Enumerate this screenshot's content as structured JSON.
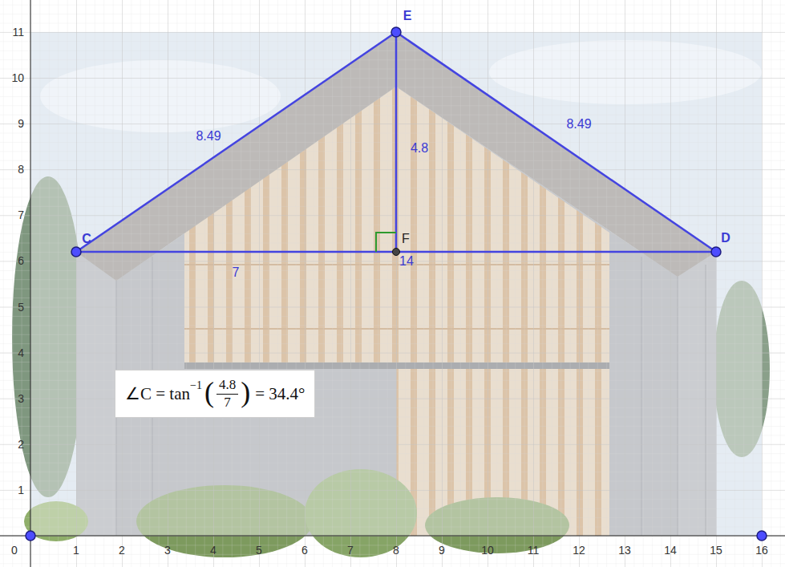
{
  "diagram": {
    "nodes": [
      {
        "text": [
          "∠C = tan",
          "−1",
          "(",
          "4.8",
          "7",
          ")",
          "= 34.4°"
        ]
      }
    ],
    "labels": [
      "C",
      "E",
      "D",
      "F",
      "8.49",
      "8.49",
      "4.8",
      "7",
      "14",
      "0",
      "1",
      "2",
      "3",
      "4",
      "5",
      "6",
      "7",
      "8",
      "9",
      "10",
      "11",
      "12",
      "13",
      "14",
      "15",
      "16",
      "1",
      "2",
      "3",
      "4",
      "5",
      "6",
      "7",
      "8",
      "9",
      "10",
      "11"
    ]
  }
}
